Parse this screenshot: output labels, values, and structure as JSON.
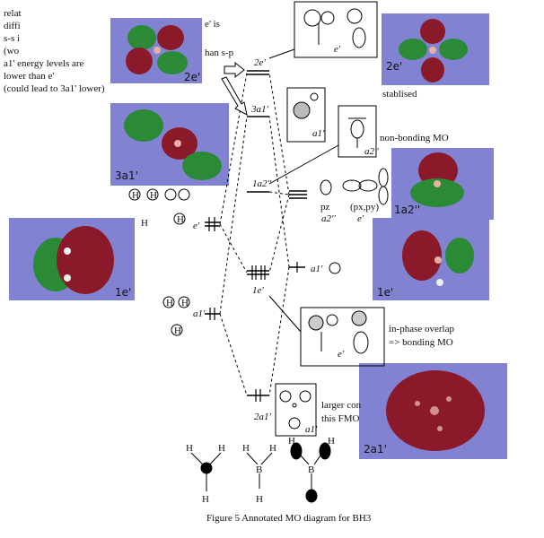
{
  "caption": "Figure 5 Annotated MO diagram for BH3",
  "notes": {
    "left_lines": [
      "relat",
      "diffi",
      "s-s i",
      "(wo",
      "a1' energy levels are lower than e'",
      "(could lead to 3a1' lower)"
    ],
    "left_frag_right": [
      "e' is",
      "han s-p"
    ],
    "stablised": "stablised",
    "non_bonding": "non-bonding MO",
    "in_phase": [
      "in-phase overlap",
      "=> bonding MO"
    ],
    "larger": [
      "larger con",
      "this FMO"
    ]
  },
  "levels": {
    "2e": "2e'",
    "3a1": "3a1'",
    "1a2": "1a2''",
    "1e": "1e'",
    "2a1": "2a1'",
    "h3_e": "e'",
    "h3_a1": "a1'",
    "b_a1": "a1'"
  },
  "orbital_labels": {
    "box_e_top": "e'",
    "box_a1": "a1'",
    "box_a2": "a2''",
    "box_e_mid": "e'",
    "box_a1_bottom": "a1'",
    "pz": "pz",
    "pz_sym": "a2''",
    "pxpy": "(px,py)",
    "pxpy_sym": "e'"
  },
  "mo_images": {
    "top_left": "2e'",
    "top_right": "2e'",
    "three_a1": "3a1'",
    "a2": "1a2''",
    "e_left": "1e'",
    "e_right": "1e'",
    "two_a1": "2a1'"
  },
  "atoms": {
    "H": "H",
    "B": "B"
  },
  "colors": {
    "mo_background": "#8282d2",
    "lobe_red": "#8a1a2a",
    "lobe_green": "#2a8a35"
  }
}
